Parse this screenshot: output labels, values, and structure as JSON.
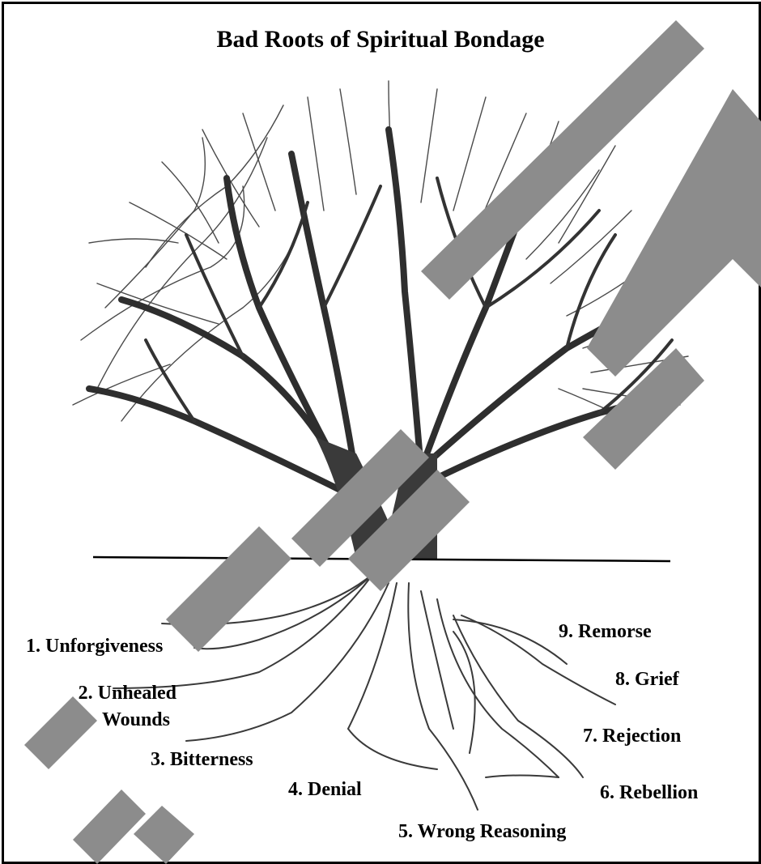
{
  "title": "Bad Roots of Spiritual Bondage",
  "roots": [
    {
      "num": "1.",
      "name": "Unforgiveness"
    },
    {
      "num": "2.",
      "name": "Unhealed Wounds"
    },
    {
      "num": "3.",
      "name": "Bitterness"
    },
    {
      "num": "4.",
      "name": "Denial"
    },
    {
      "num": "5.",
      "name": "Wrong Reasoning"
    },
    {
      "num": "6.",
      "name": "Rebellion"
    },
    {
      "num": "7.",
      "name": "Rejection"
    },
    {
      "num": "8.",
      "name": "Grief"
    },
    {
      "num": "9.",
      "name": "Remorse"
    }
  ],
  "labels": {
    "r1": "1. Unforgiveness",
    "r2a": "2. Unhealed",
    "r2b": "Wounds",
    "r3": "3. Bitterness",
    "r4": "4. Denial",
    "r5": "5. Wrong Reasoning",
    "r6": "6. Rebellion",
    "r7": "7. Rejection",
    "r8": "8. Grief",
    "r9": "9. Remorse"
  },
  "colors": {
    "ink": "#000000",
    "bark": "#3a3a3a",
    "watermark": "#8c8c8c",
    "background": "#ffffff"
  },
  "watermark_icon": "sample-stamp"
}
